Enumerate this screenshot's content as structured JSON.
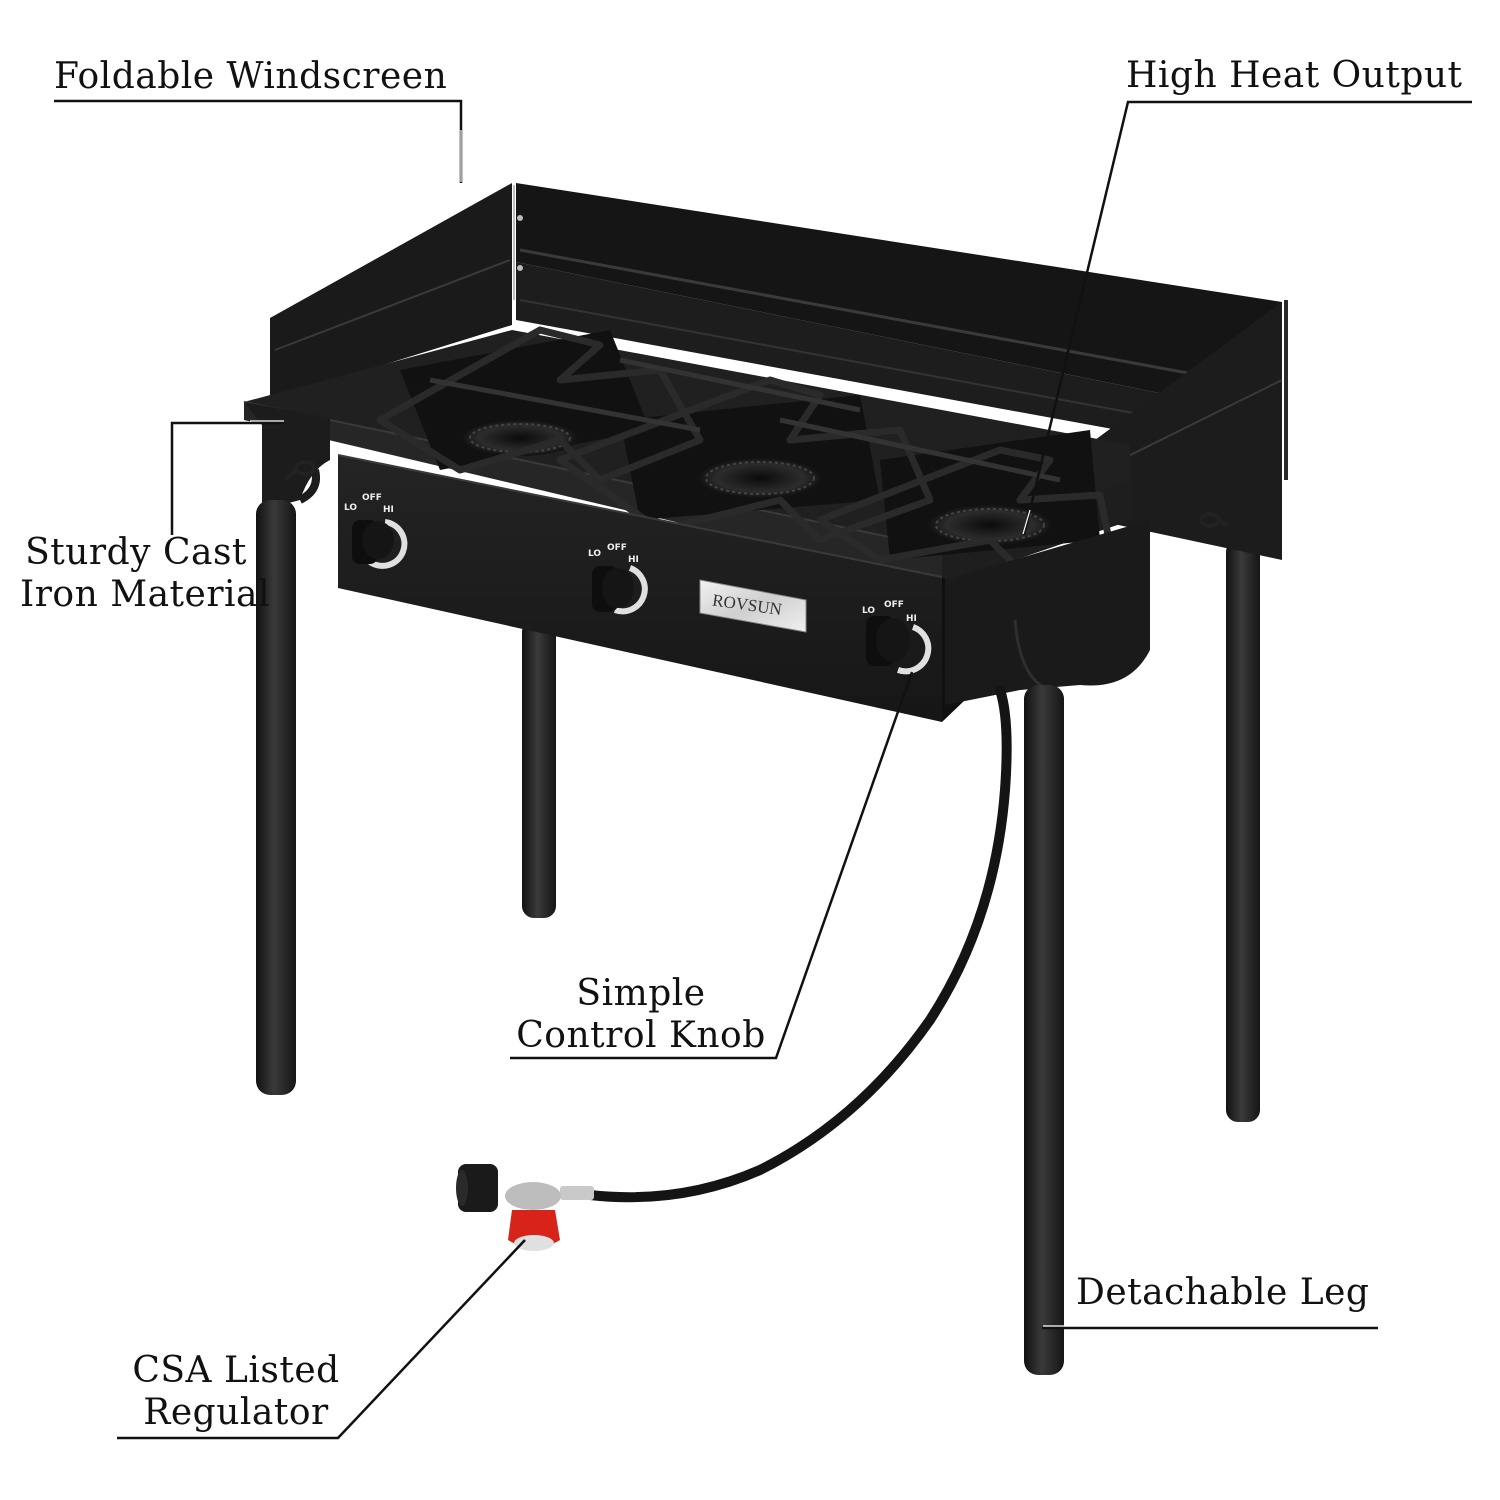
{
  "image": {
    "type": "product-feature-callout",
    "background": "#ffffff",
    "product_color": "#1b1b1b",
    "regulator_color": "#d8231a"
  },
  "product": {
    "brand_plate": "ROVSUN",
    "burner_count": 3,
    "knobs": [
      {
        "lo": "LO",
        "off": "OFF",
        "hi": "HI"
      },
      {
        "lo": "LO",
        "off": "OFF",
        "hi": "HI"
      },
      {
        "lo": "LO",
        "off": "OFF",
        "hi": "HI"
      }
    ]
  },
  "callouts": {
    "windscreen": {
      "line1": "Foldable Windscreen"
    },
    "heat": {
      "line1": "High Heat Output"
    },
    "material": {
      "line1": "Sturdy Cast",
      "line2": "Iron Material"
    },
    "knob": {
      "line1": "Simple",
      "line2": "Control Knob"
    },
    "leg": {
      "line1": "Detachable Leg"
    },
    "regulator": {
      "line1": "CSA Listed",
      "line2": "Regulator"
    }
  }
}
